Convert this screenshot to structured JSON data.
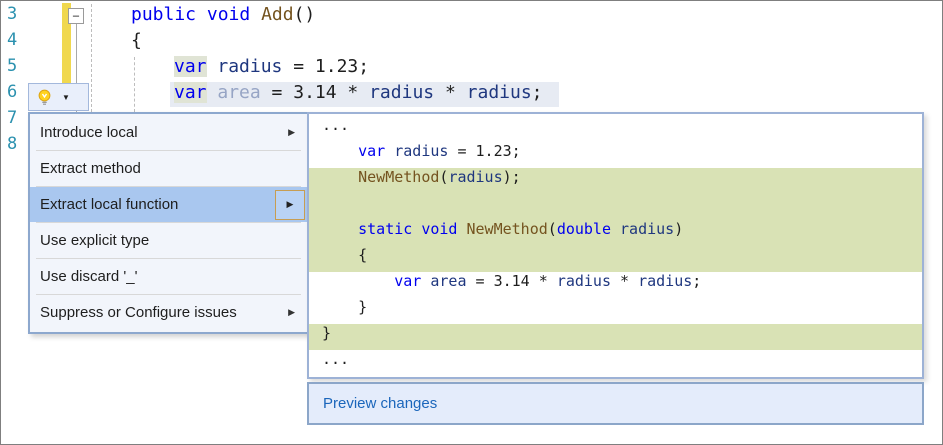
{
  "editor": {
    "line_numbers": [
      "3",
      "4",
      "5",
      "6",
      "7",
      "8"
    ],
    "collapse_glyph": "−",
    "code_lines": [
      {
        "tokens": [
          [
            "k",
            "public"
          ],
          [
            "p",
            " "
          ],
          [
            "k",
            "void"
          ],
          [
            "p",
            " "
          ],
          [
            "m",
            "Add"
          ],
          [
            "p",
            "()"
          ]
        ]
      },
      {
        "tokens": [
          [
            "p",
            "{"
          ]
        ]
      },
      {
        "tokens": [
          [
            "kv",
            "var"
          ],
          [
            "p",
            " "
          ],
          [
            "i",
            "radius"
          ],
          [
            "p",
            " = 1.23;"
          ]
        ]
      },
      {
        "tokens": [
          [
            "kv",
            "var"
          ],
          [
            "p",
            " "
          ],
          [
            "f",
            "area"
          ],
          [
            "p",
            " = 3.14 * "
          ],
          [
            "i",
            "radius"
          ],
          [
            "p",
            " * "
          ],
          [
            "i",
            "radius"
          ],
          [
            "p",
            ";"
          ]
        ]
      }
    ]
  },
  "lightbulb": {
    "dropdown_glyph": "▼"
  },
  "quick_actions_menu": {
    "submenu_glyph": "▶",
    "items": [
      {
        "label": "Introduce local",
        "submenu": true
      },
      {
        "label": "Extract method",
        "submenu": false
      },
      {
        "label": "Extract local function",
        "submenu": true,
        "selected": true
      },
      {
        "label": "Use explicit type",
        "submenu": false
      },
      {
        "label": "Use discard '_'",
        "submenu": false
      },
      {
        "label": "Suppress or Configure issues",
        "submenu": true
      }
    ]
  },
  "preview_popup": {
    "lines": [
      {
        "added": false,
        "tokens": [
          [
            "p",
            "..."
          ]
        ]
      },
      {
        "added": false,
        "tokens": [
          [
            "p",
            "    "
          ],
          [
            "k",
            "var"
          ],
          [
            "p",
            " "
          ],
          [
            "i",
            "radius"
          ],
          [
            "p",
            " = 1.23;"
          ]
        ]
      },
      {
        "added": true,
        "tokens": [
          [
            "p",
            "    "
          ],
          [
            "m",
            "NewMethod"
          ],
          [
            "p",
            "("
          ],
          [
            "i",
            "radius"
          ],
          [
            "p",
            ");"
          ]
        ]
      },
      {
        "added": true,
        "tokens": []
      },
      {
        "added": true,
        "tokens": [
          [
            "p",
            "    "
          ],
          [
            "k",
            "static"
          ],
          [
            "p",
            " "
          ],
          [
            "k",
            "void"
          ],
          [
            "p",
            " "
          ],
          [
            "m",
            "NewMethod"
          ],
          [
            "p",
            "("
          ],
          [
            "k",
            "double"
          ],
          [
            "p",
            " "
          ],
          [
            "i",
            "radius"
          ],
          [
            "p",
            ")"
          ]
        ]
      },
      {
        "added": true,
        "tokens": [
          [
            "p",
            "    {"
          ]
        ]
      },
      {
        "added": false,
        "tokens": [
          [
            "p",
            "        "
          ],
          [
            "k",
            "var"
          ],
          [
            "p",
            " "
          ],
          [
            "i",
            "area"
          ],
          [
            "p",
            " = 3.14 * "
          ],
          [
            "i",
            "radius"
          ],
          [
            "p",
            " * "
          ],
          [
            "i",
            "radius"
          ],
          [
            "p",
            ";"
          ]
        ]
      },
      {
        "added": false,
        "tokens": [
          [
            "p",
            "    }"
          ]
        ]
      },
      {
        "added": true,
        "tokens": [
          [
            "p",
            "}"
          ]
        ]
      },
      {
        "added": false,
        "tokens": [
          [
            "p",
            "..."
          ]
        ]
      }
    ],
    "action_label": "Preview changes"
  },
  "colors": {
    "keyword": "#0000ee",
    "identifier": "#1f377f",
    "method_name": "#74531f",
    "faded_identifier": "#97a5c5",
    "line_number": "#2b91af",
    "added_line_bg": "#d9e2b5",
    "selected_line_bg": "#e7ebf3",
    "var_reference_bg": "#e0e4d5",
    "change_bar_yellow": "#f0d84e",
    "menu_selection_bg": "#a9c7ef",
    "link_blue": "#1b66bb"
  }
}
